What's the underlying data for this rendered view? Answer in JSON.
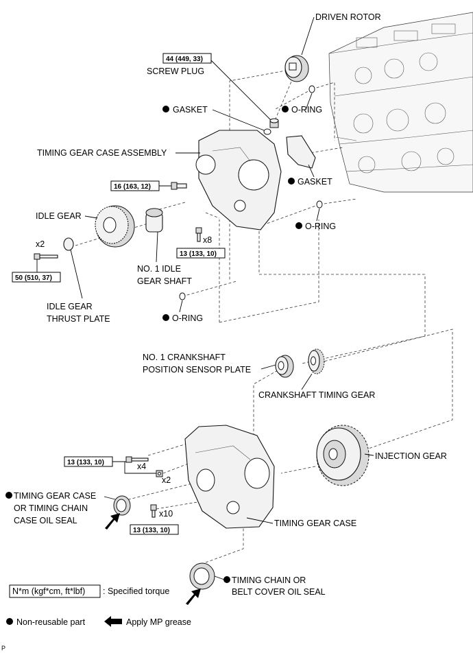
{
  "parts": {
    "driven_rotor": "DRIVEN ROTOR",
    "screw_plug": "SCREW PLUG",
    "o_ring": "O-RING",
    "gasket": "GASKET",
    "timing_gear_case_assembly": "TIMING GEAR CASE ASSEMBLY",
    "idle_gear": "IDLE GEAR",
    "no1_idle_gear_shaft_l1": "NO. 1 IDLE",
    "no1_idle_gear_shaft_l2": "GEAR SHAFT",
    "idle_gear_thrust_plate_l1": "IDLE GEAR",
    "idle_gear_thrust_plate_l2": "THRUST PLATE",
    "crank_sensor_plate_l1": "NO. 1 CRANKSHAFT",
    "crank_sensor_plate_l2": "POSITION SENSOR PLATE",
    "crankshaft_timing_gear": "CRANKSHAFT TIMING GEAR",
    "injection_gear": "INJECTION GEAR",
    "tgc_oil_seal_l1": "TIMING GEAR CASE",
    "tgc_oil_seal_l2": "OR TIMING CHAIN",
    "tgc_oil_seal_l3": "CASE OIL SEAL",
    "timing_gear_case": "TIMING GEAR CASE",
    "belt_cover_seal_l1": "TIMING CHAIN OR",
    "belt_cover_seal_l2": "BELT COVER OIL SEAL"
  },
  "torques": {
    "screw_plug": "44 (449, 33)",
    "tgc_assembly_bolt": "16 (163, 12)",
    "tgc_assembly_bolts_x8": "13 (133, 10)",
    "idle_gear_bolt": "50 (510, 37)",
    "case_bolts_upper": "13 (133, 10)",
    "case_bolts_lower": "13 (133, 10)"
  },
  "quantities": {
    "idle_bolts": "x2",
    "assembly_bolts": "x8",
    "case_upper_bolts": "x4",
    "case_nuts": "x2",
    "case_lower_bolts": "x10"
  },
  "legend": {
    "torque_unit": "N*m (kgf*cm, ft*lbf)",
    "torque_desc": ": Specified torque",
    "non_reusable": "Non-reusable part",
    "apply_grease": "Apply MP grease"
  },
  "figure_code": "P"
}
